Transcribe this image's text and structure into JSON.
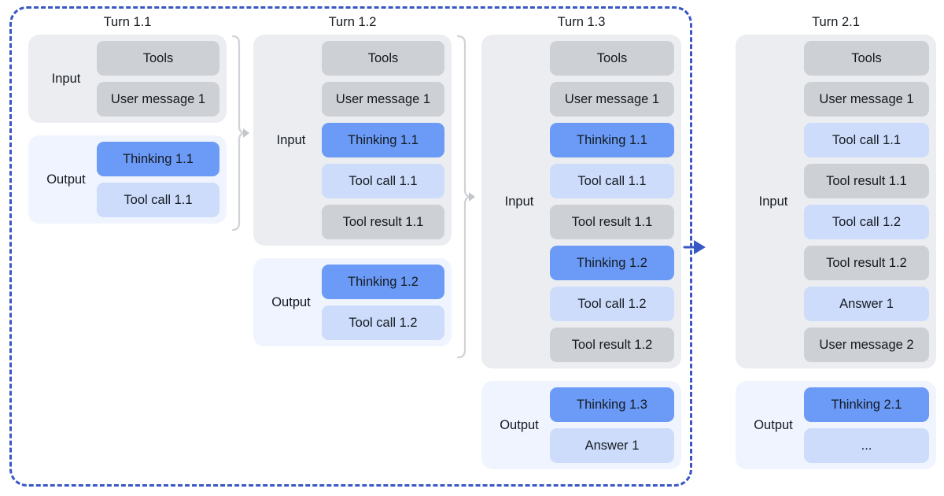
{
  "diagram": {
    "title_prefix": "Turn",
    "frame_label": "session-boundary",
    "colors": {
      "frame_dashed": "#3857c4",
      "arrow_blue": "#3857c4",
      "input_group_bg": "#ebedf1",
      "output_group_bg": "#eff4fe",
      "block_gray": "#cdd0d4",
      "block_thinking": "#6b9bf6",
      "block_lightblue": "#cddcfb",
      "bracket_gray": "#d0d3d7",
      "text": "#141a20"
    },
    "group_labels": {
      "input": "Input",
      "output": "Output"
    },
    "columns": [
      {
        "title": "Turn 1.1",
        "input": [
          {
            "label": "Tools",
            "kind": "gray"
          },
          {
            "label": "User message 1",
            "kind": "gray"
          }
        ],
        "output": [
          {
            "label": "Thinking 1.1",
            "kind": "thinking"
          },
          {
            "label": "Tool call 1.1",
            "kind": "lightblue"
          }
        ]
      },
      {
        "title": "Turn 1.2",
        "input": [
          {
            "label": "Tools",
            "kind": "gray"
          },
          {
            "label": "User message 1",
            "kind": "gray"
          },
          {
            "label": "Thinking 1.1",
            "kind": "thinking"
          },
          {
            "label": "Tool call 1.1",
            "kind": "lightblue"
          },
          {
            "label": "Tool result 1.1",
            "kind": "gray"
          }
        ],
        "output": [
          {
            "label": "Thinking 1.2",
            "kind": "thinking"
          },
          {
            "label": "Tool call 1.2",
            "kind": "lightblue"
          }
        ]
      },
      {
        "title": "Turn 1.3",
        "input": [
          {
            "label": "Tools",
            "kind": "gray"
          },
          {
            "label": "User message 1",
            "kind": "gray"
          },
          {
            "label": "Thinking 1.1",
            "kind": "thinking"
          },
          {
            "label": "Tool call 1.1",
            "kind": "lightblue"
          },
          {
            "label": "Tool result 1.1",
            "kind": "gray"
          },
          {
            "label": "Thinking 1.2",
            "kind": "thinking"
          },
          {
            "label": "Tool call 1.2",
            "kind": "lightblue"
          },
          {
            "label": "Tool result 1.2",
            "kind": "gray"
          }
        ],
        "output": [
          {
            "label": "Thinking 1.3",
            "kind": "thinking"
          },
          {
            "label": "Answer 1",
            "kind": "lightblue"
          }
        ]
      },
      {
        "title": "Turn 2.1",
        "input": [
          {
            "label": "Tools",
            "kind": "gray"
          },
          {
            "label": "User message 1",
            "kind": "gray"
          },
          {
            "label": "Tool call 1.1",
            "kind": "lightblue"
          },
          {
            "label": "Tool result 1.1",
            "kind": "gray"
          },
          {
            "label": "Tool call 1.2",
            "kind": "lightblue"
          },
          {
            "label": "Tool result 1.2",
            "kind": "gray"
          },
          {
            "label": "Answer 1",
            "kind": "lightblue"
          },
          {
            "label": "User message 2",
            "kind": "gray"
          }
        ],
        "output": [
          {
            "label": "Thinking 2.1",
            "kind": "thinking"
          },
          {
            "label": "...",
            "kind": "lightblue"
          }
        ]
      }
    ],
    "connectors": [
      {
        "name": "connector-turn11-to-turn12",
        "style": "gray-bracket-arrow"
      },
      {
        "name": "connector-turn12-to-turn13",
        "style": "gray-bracket-arrow"
      },
      {
        "name": "connector-turn13-to-turn21",
        "style": "blue-arrow"
      }
    ]
  }
}
